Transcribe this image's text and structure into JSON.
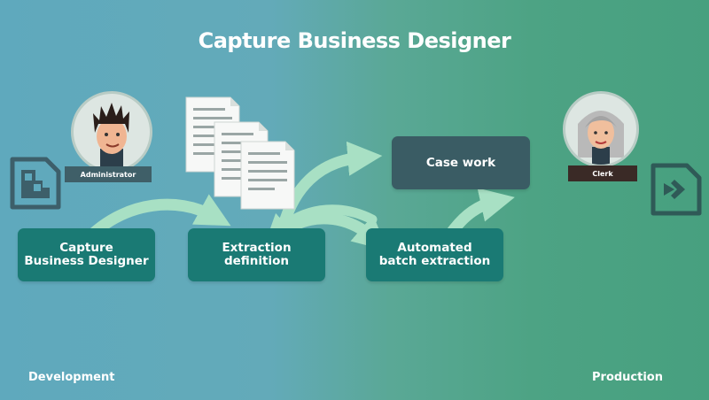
{
  "title": "Capture Business Designer",
  "roles": {
    "administrator": "Administrator",
    "clerk": "Clerk"
  },
  "steps": {
    "designer": "Capture\nBusiness Designer",
    "extraction": "Extraction\ndefinition",
    "automated": "Automated\nbatch extraction",
    "case_work": "Case work"
  },
  "phases": {
    "development": "Development",
    "production": "Production"
  },
  "icons": {
    "left_app": "capture-designer-icon",
    "right_app": "production-app-icon",
    "documents": "document-stack-icon"
  },
  "colors": {
    "step_box": "#1a7a74",
    "case_box": "#3a5c64",
    "arrow": "#a8e0c4"
  }
}
